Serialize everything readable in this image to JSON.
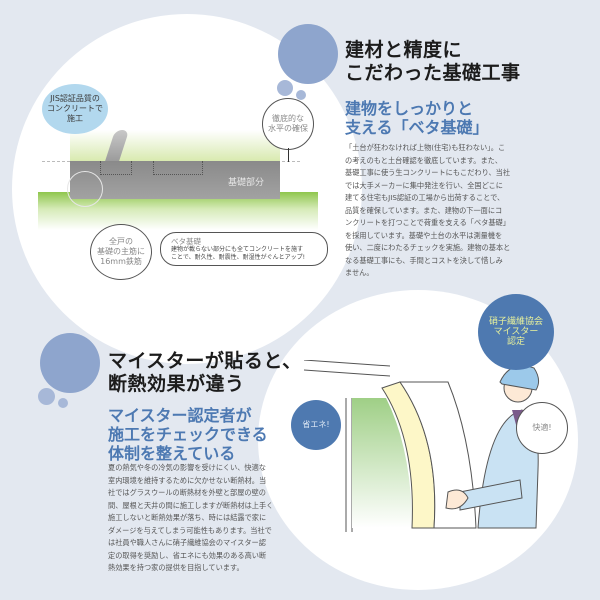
{
  "section1": {
    "title_line1": "建材と精度に",
    "title_line2": "こだわった基礎工事",
    "subtitle_line1": "建物をしっかりと",
    "subtitle_line2": "支える「ベタ基礎」",
    "body_lines": [
      "「土台が狂わなければ上物(住宅)も狂わない」。こ",
      "の考えのもと土台確認を徹底しています。また、",
      "基礎工事に使う生コンクリートにもこだわり、当社",
      "では大手メーカーに集中発注を行い、全国どこに",
      "建てる住宅もJIS認証の工場から出荷することで、",
      "品質を確保しています。また、建物の下一面にコ",
      "ンクリートを打つことで荷重を支える「ベタ基礎」",
      "を採用しています。基礎や土台の水平は測量機を",
      "使い、二度にわたるチェックを実施。建物の基本と",
      "なる基礎工事にも、手間とコストを決して惜しみ",
      "ません。"
    ],
    "diagram": {
      "jis_bubble": [
        "JIS認証品質の",
        "コンクリートで",
        "施工"
      ],
      "level_bubble": [
        "徹底的な",
        "水平の確保"
      ],
      "slab_label": "基礎部分",
      "rebar_bubble": [
        "全戸の",
        "基礎の主筋に",
        "16mm鉄筋"
      ],
      "beta_title": "ベタ基礎",
      "beta_text": [
        "建物が載らない部分にも全てコンクリートを施す",
        "ことで、耐久性、耐震性、耐湿性がぐんとアップ!"
      ]
    }
  },
  "section2": {
    "title_line1": "マイスターが貼ると、",
    "title_line2": "断熱効果が違う",
    "subtitle_lines": [
      "マイスター認定者が",
      "施工をチェックできる",
      "体制を整えている"
    ],
    "body_lines": [
      "夏の熱気や冬の冷気の影響を受けにくい、快適な",
      "室内環境を維持するために欠かせない断熱材。当",
      "社ではグラスウールの断熱材を外壁と部屋の壁の",
      "間、屋根と天井の間に施工しますが断熱材は上手く",
      "施工しないと断熱効果が落ち、時には結露で家に",
      "ダメージを与えてしまう可能性もあります。当社で",
      "は社員や職人さんに硝子繊維協会のマイスター認",
      "定の取得を奨励し、省エネにも効果のある高い断",
      "熱効果を持つ家の提供を目指しています。"
    ],
    "illustration": {
      "badge_lines": [
        "硝子繊維協会",
        "マイスター",
        "認定"
      ],
      "energy_label": "省エネ!",
      "comfort_label": "快適!"
    }
  },
  "colors": {
    "background": "#e3e8f0",
    "accent_blue": "#4e79b0",
    "deco_circle": "#8ea5cd",
    "subtitle_blue": "#4d79b2",
    "badge_text": "#e9f29b"
  }
}
